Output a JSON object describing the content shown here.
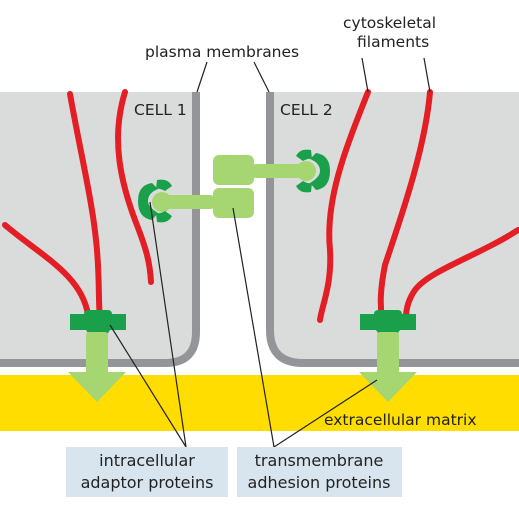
{
  "labels": {
    "plasma_membranes": "plasma membranes",
    "cytoskeletal_line1": "cytoskeletal",
    "cytoskeletal_line2": "filaments",
    "cell1": "CELL 1",
    "cell2": "CELL 2",
    "extracellular_matrix": "extracellular matrix",
    "adaptor_line1": "intracellular",
    "adaptor_line2": "adaptor proteins",
    "adhesion_line1": "transmembrane",
    "adhesion_line2": "adhesion proteins"
  },
  "colors": {
    "cytoplasm": "#dadcdc",
    "membrane": "#939598",
    "filament": "#e31e24",
    "adaptor": "#1aa04a",
    "adhesion": "#a6d672",
    "matrix": "#ffdd00",
    "label_box": "#d8e5ee"
  }
}
